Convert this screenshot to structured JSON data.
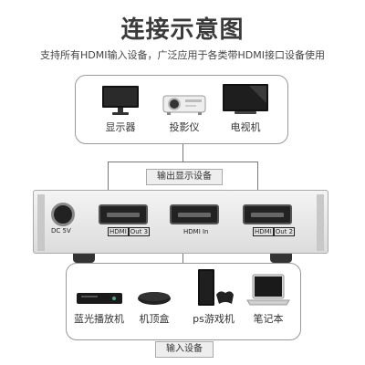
{
  "title": "连接示意图",
  "subtitle": "支持所有HDMI输入设备，广泛应用于各类带HDMI接口设备使用",
  "output_group": {
    "caption": "输出显示设备",
    "devices": [
      {
        "label": "显示器",
        "icon": "monitor-icon"
      },
      {
        "label": "投影仪",
        "icon": "projector-icon"
      },
      {
        "label": "电视机",
        "icon": "tv-icon"
      }
    ]
  },
  "input_group": {
    "caption": "输入设备",
    "devices": [
      {
        "label": "蓝光播放机",
        "icon": "bluray-player-icon"
      },
      {
        "label": "机顶盒",
        "icon": "set-top-box-icon"
      },
      {
        "label": "ps游戏机",
        "icon": "game-console-icon"
      },
      {
        "label": "笔记本",
        "icon": "laptop-icon"
      }
    ]
  },
  "switch": {
    "dc_label": "DC 5V",
    "ports": [
      {
        "name": "HDMI",
        "suffix": "Out 3"
      },
      {
        "name": "HDMI In",
        "suffix": ""
      },
      {
        "name": "HDMI",
        "suffix": "Out 2"
      }
    ]
  }
}
